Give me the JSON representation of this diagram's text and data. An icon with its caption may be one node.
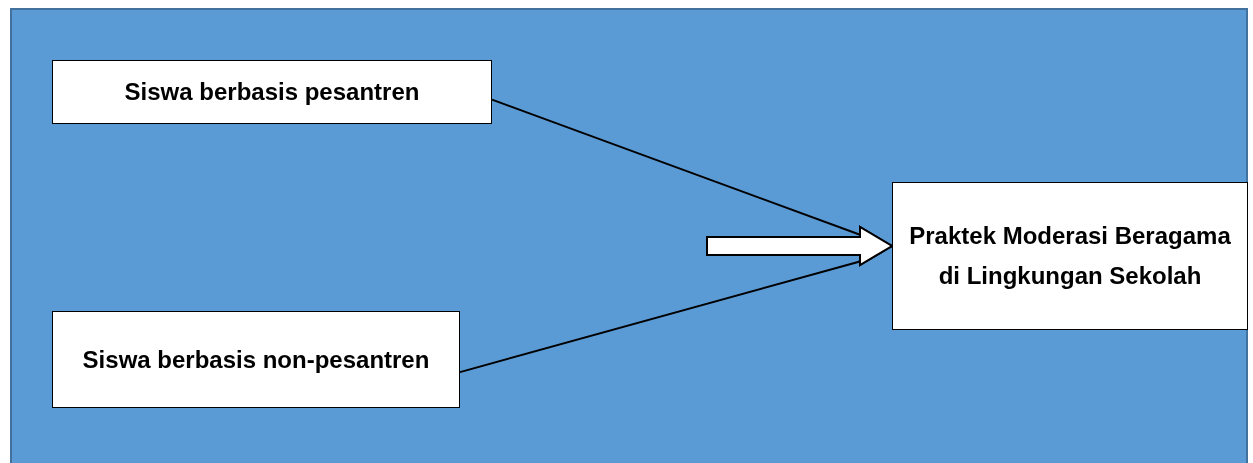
{
  "diagram": {
    "nodes": [
      {
        "text": [
          "Siswa berbasis pesantren"
        ]
      },
      {
        "text": [
          "Siswa berbasis non-pesantren"
        ]
      },
      {
        "text": [
          "Praktek Moderasi Beragama di Lingkungan Sekolah"
        ]
      }
    ],
    "edges": [
      {
        "from": 0,
        "to": 2,
        "arrow": "to"
      },
      {
        "from": 1,
        "to": 2,
        "arrow": "to"
      }
    ]
  }
}
